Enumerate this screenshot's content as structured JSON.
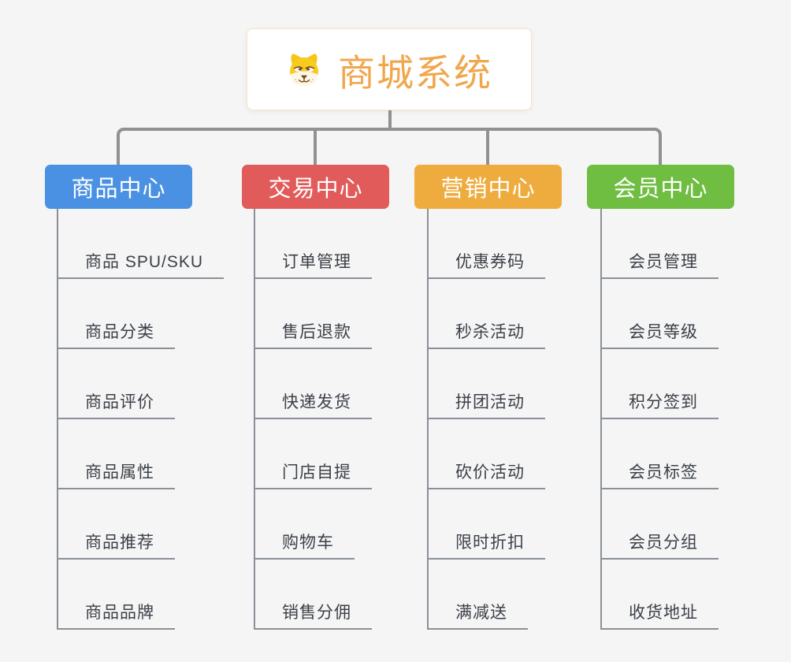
{
  "canvas": {
    "background": "#f5f5f6"
  },
  "root": {
    "title": "商城系统",
    "icon": "doge-icon",
    "text_color": "#f0a74c",
    "border_color": "#f2c47c",
    "background": "#ffffff"
  },
  "connectors": {
    "line_color": "#8f9193",
    "underline_color": "#8a9097",
    "item_text_color": "#3c4147"
  },
  "branches": [
    {
      "label": "商品中心",
      "color": "#4b91e3",
      "items": [
        "商品 SPU/SKU",
        "商品分类",
        "商品评价",
        "商品属性",
        "商品推荐",
        "商品品牌"
      ]
    },
    {
      "label": "交易中心",
      "color": "#e25b5b",
      "items": [
        "订单管理",
        "售后退款",
        "快递发货",
        "门店自提",
        "购物车",
        "销售分佣"
      ]
    },
    {
      "label": "营销中心",
      "color": "#efac3e",
      "items": [
        "优惠券码",
        "秒杀活动",
        "拼团活动",
        "砍价活动",
        "限时折扣",
        "满减送"
      ]
    },
    {
      "label": "会员中心",
      "color": "#6fbe41",
      "items": [
        "会员管理",
        "会员等级",
        "积分签到",
        "会员标签",
        "会员分组",
        "收货地址"
      ]
    }
  ]
}
